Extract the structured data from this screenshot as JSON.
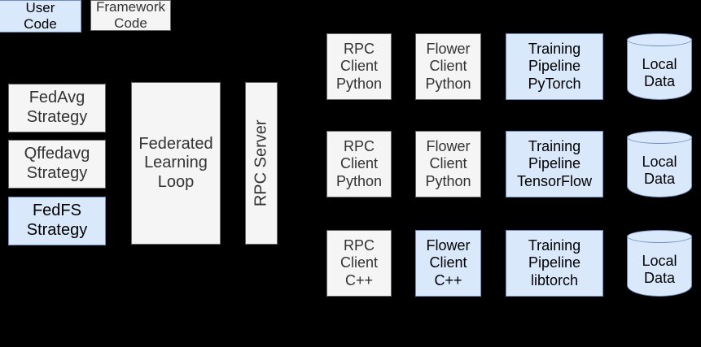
{
  "colors": {
    "background": "#000000",
    "user_code_fill": "#dae8fc",
    "user_code_stroke": "#6c8ebf",
    "framework_code_fill": "#f5f5f5",
    "framework_code_stroke": "#666666",
    "framework_text": "#333333",
    "user_text": "#000000"
  },
  "legend": {
    "user_code": "User\nCode",
    "framework_code": "Framework\nCode"
  },
  "server": {
    "strategies": [
      {
        "label": "FedAvg\nStrategy",
        "kind": "framework"
      },
      {
        "label": "Qffedavg\nStrategy",
        "kind": "framework"
      },
      {
        "label": "FedFS\nStrategy",
        "kind": "user"
      }
    ],
    "loop": {
      "label": "Federated\nLearning\nLoop",
      "kind": "framework"
    },
    "rpc_server": {
      "label": "RPC Server",
      "kind": "framework"
    }
  },
  "clients": [
    {
      "rpc_client": {
        "label": "RPC\nClient\nPython",
        "kind": "framework"
      },
      "flower_client": {
        "label": "Flower\nClient\nPython",
        "kind": "framework"
      },
      "training_pipeline": {
        "label": "Training\nPipeline\nPyTorch",
        "kind": "user"
      },
      "local_data": {
        "label": "Local\nData",
        "kind": "user"
      }
    },
    {
      "rpc_client": {
        "label": "RPC\nClient\nPython",
        "kind": "framework"
      },
      "flower_client": {
        "label": "Flower\nClient\nPython",
        "kind": "framework"
      },
      "training_pipeline": {
        "label": "Training\nPipeline\nTensorFlow",
        "kind": "user"
      },
      "local_data": {
        "label": "Local\nData",
        "kind": "user"
      }
    },
    {
      "rpc_client": {
        "label": "RPC\nClient\nC++",
        "kind": "framework"
      },
      "flower_client": {
        "label": "Flower\nClient\nC++",
        "kind": "user"
      },
      "training_pipeline": {
        "label": "Training\nPipeline\nlibtorch",
        "kind": "user"
      },
      "local_data": {
        "label": "Local\nData",
        "kind": "user"
      }
    }
  ]
}
